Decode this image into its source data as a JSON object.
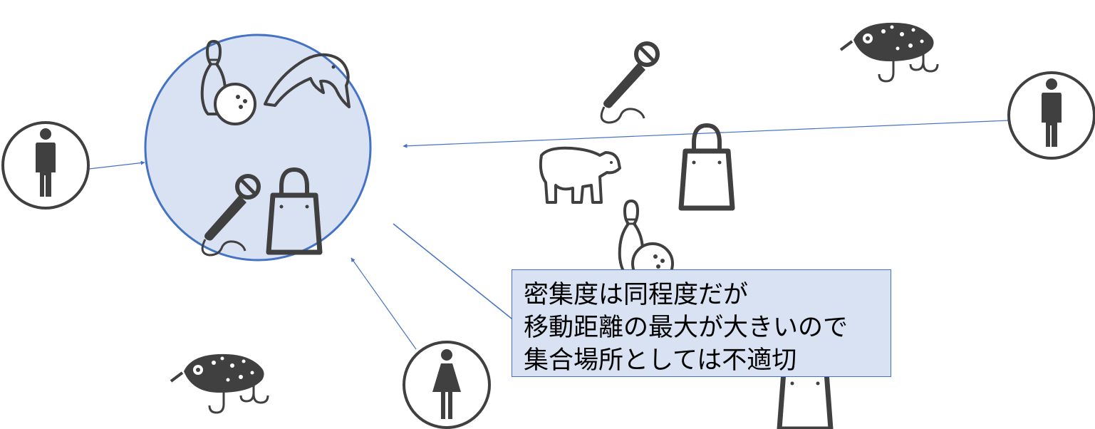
{
  "callout": {
    "lines": [
      "密集度は同程度だが",
      "移動距離の最大が大きいので",
      "集合場所としては不適切"
    ]
  },
  "icons": {
    "meeting_point": [
      "bowling-icon",
      "dolphin-icon",
      "microphone-icon",
      "shopping-bag-icon"
    ],
    "scattered": [
      "microphone-icon",
      "fishing-lure-icon",
      "bear-icon",
      "shopping-bag-icon",
      "bowling-icon",
      "fishing-lure-icon",
      "shopping-bag-icon"
    ],
    "people": [
      "man-icon",
      "man-icon",
      "woman-icon"
    ]
  },
  "colors": {
    "accent": "#4472c4",
    "circle_fill": "#d9e2f3",
    "icon": "#404040"
  }
}
